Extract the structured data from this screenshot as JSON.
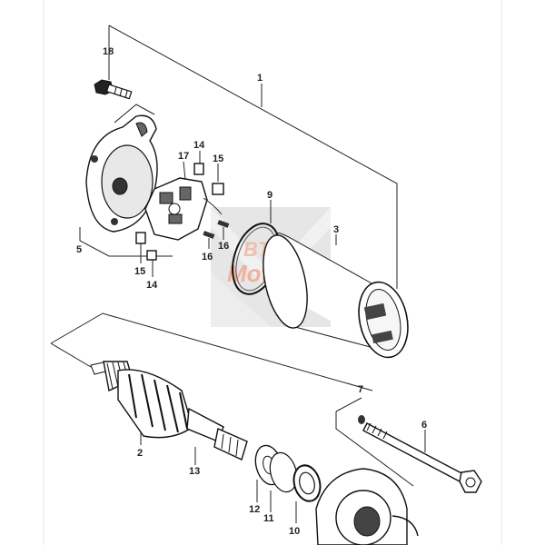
{
  "callouts": {
    "c1": "1",
    "c2": "2",
    "c3": "3",
    "c5": "5",
    "c6": "6",
    "c7": "7",
    "c9": "9",
    "c10": "10",
    "c11": "11",
    "c12": "12",
    "c13": "13",
    "c14a": "14",
    "c14b": "14",
    "c15a": "15",
    "c15b": "15",
    "c16a": "16",
    "c16b": "16",
    "c17": "17",
    "c18": "18"
  },
  "watermark": {
    "line1": "BTS",
    "line2": "Motors"
  },
  "colors": {
    "watermark_gray": "#d9d9d9",
    "watermark_orange": "#f0a98e"
  }
}
